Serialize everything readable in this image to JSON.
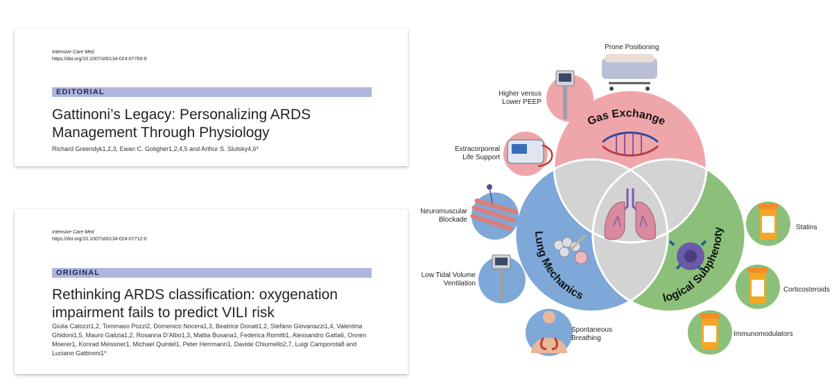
{
  "papers": [
    {
      "journal": "Intensive Care Med",
      "doi": "https://doi.org/10.1007/s00134-024-07760-6",
      "type": "EDITORIAL",
      "title_lines": [
        "Gattinoni’s Legacy: Personalizing ARDS",
        "Management Through Physiology"
      ],
      "authors": "Richard Greendyk1,2,3, Ewan C. Goligher1,2,4,5 and Arthur S. Slutsky4,6*"
    },
    {
      "journal": "Intensive Care Med",
      "doi": "https://doi.org/10.1007/s00134-024-07712-0",
      "type": "ORIGINAL",
      "title_lines": [
        "Rethinking ARDS classification: oxygenation",
        "impairment fails to predict VILI risk"
      ],
      "authors": "Giulia Catozzi1,2, Tommaso Pozzi2, Domenico Nocera1,3, Beatrice Donati1,2, Stefano Giovanazzi1,4, Valentina Ghidoni1,5, Mauro Galizia1,2, Rosanna D’Albo1,3, Mattia Busana1, Federica Romitti1, Alessandro Gatta6, Onnen Moerer1, Konrad Meissner1, Michael Quintel1, Peter Herrmann1, Davide Chiumello2,7, Luigi Camporota8 and Luciano Gattinoni1*"
    }
  ],
  "figure": {
    "circles": {
      "gas_exchange": "Gas Exchange",
      "lung_mechanics": "Lung Mechanics",
      "biological_subphenotype": "Biological Subphenotype"
    },
    "interventions": {
      "prone": "Prone Positioning",
      "peep_line1": "Higher versus",
      "peep_line2": "Lower PEEP",
      "ecls_line1": "Extracorporeal",
      "ecls_line2": "Life Support",
      "nmb_line1": "Neuromuscular",
      "nmb_line2": "Blockade",
      "ltv_line1": "Low Tidal Volume",
      "ltv_line2": "Ventilation",
      "spont_line1": "Spontaneous",
      "spont_line2": "Breathing",
      "statins": "Statins",
      "corticosteroids": "Corticosteroids",
      "immunomodulators": "Immunomodulators"
    },
    "colors": {
      "gas_exchange": "#efa6ab",
      "lung_mechanics": "#7ea8d8",
      "biological": "#8cc07a",
      "overlap": "#d3d3d3",
      "center": "#e8e8e8"
    }
  }
}
